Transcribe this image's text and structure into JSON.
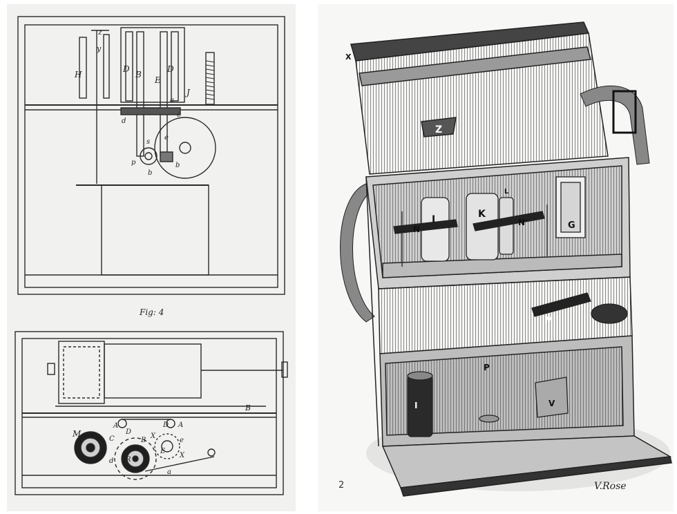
{
  "left_figure": {
    "caption": "Fig: 4",
    "top_labels": {
      "z": "z",
      "y": "y",
      "H": "H",
      "D1": "D",
      "B": "B",
      "E": "E",
      "D2": "D",
      "J": "J",
      "a": "a",
      "c": "c",
      "d": "d",
      "e": "e",
      "s": "s",
      "p": "p",
      "b1": "b",
      "b2": "b"
    },
    "bottom_labels": {
      "B": "B",
      "M": "M",
      "A1": "A",
      "D1": "D",
      "D2": "D",
      "A2": "A",
      "C": "C",
      "B2": "B",
      "X1": "X",
      "e": "e",
      "E": "E",
      "X2": "X",
      "R": "R",
      "d": "d",
      "a": "a"
    }
  },
  "right_figure": {
    "plate_number": "2",
    "engraver_signature": "V.Rose",
    "labels": {
      "X": "X",
      "Z": "Z",
      "I": "I",
      "K": "K",
      "L": "L",
      "N1": "N",
      "N2": "N'",
      "G": "G",
      "M": "M",
      "P": "P",
      "I2": "I",
      "V": "V"
    }
  }
}
